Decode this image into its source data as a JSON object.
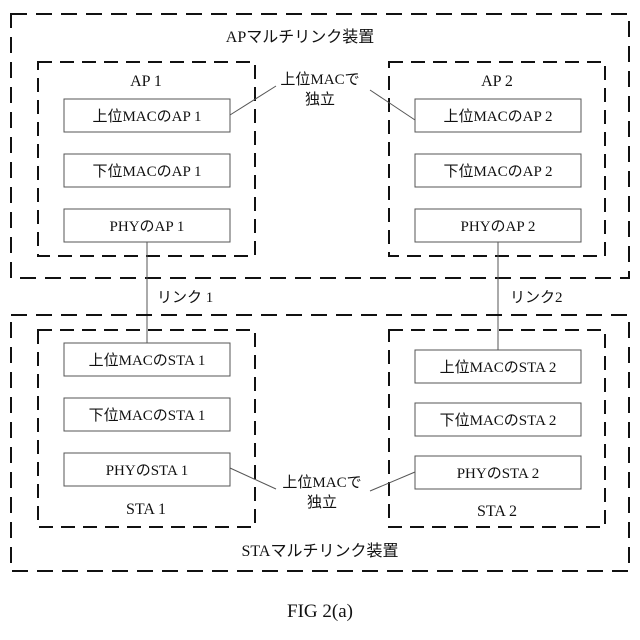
{
  "ap_mld": {
    "title": "APマルチリンク装置",
    "ap1": {
      "title": "AP 1",
      "upper_mac": "上位MACのAP 1",
      "lower_mac": "下位MACのAP 1",
      "phy": "PHYのAP 1"
    },
    "ap2": {
      "title": "AP 2",
      "upper_mac": "上位MACのAP 2",
      "lower_mac": "下位MACのAP 2",
      "phy": "PHYのAP 2"
    },
    "annotation_line1": "上位MACで",
    "annotation_line2": "独立"
  },
  "links": {
    "link1": "リンク 1",
    "link2": "リンク2"
  },
  "sta_mld": {
    "title": "STAマルチリンク装置",
    "sta1": {
      "title": "STA 1",
      "upper_mac": "上位MACのSTA 1",
      "lower_mac": "下位MACのSTA 1",
      "phy": "PHYのSTA 1"
    },
    "sta2": {
      "title": "STA 2",
      "upper_mac": "上位MACのSTA 2",
      "lower_mac": "下位MACのSTA 2",
      "phy": "PHYのSTA 2"
    },
    "annotation_line1": "上位MACで",
    "annotation_line2": "独立"
  },
  "figure_caption": "FIG 2(a)"
}
